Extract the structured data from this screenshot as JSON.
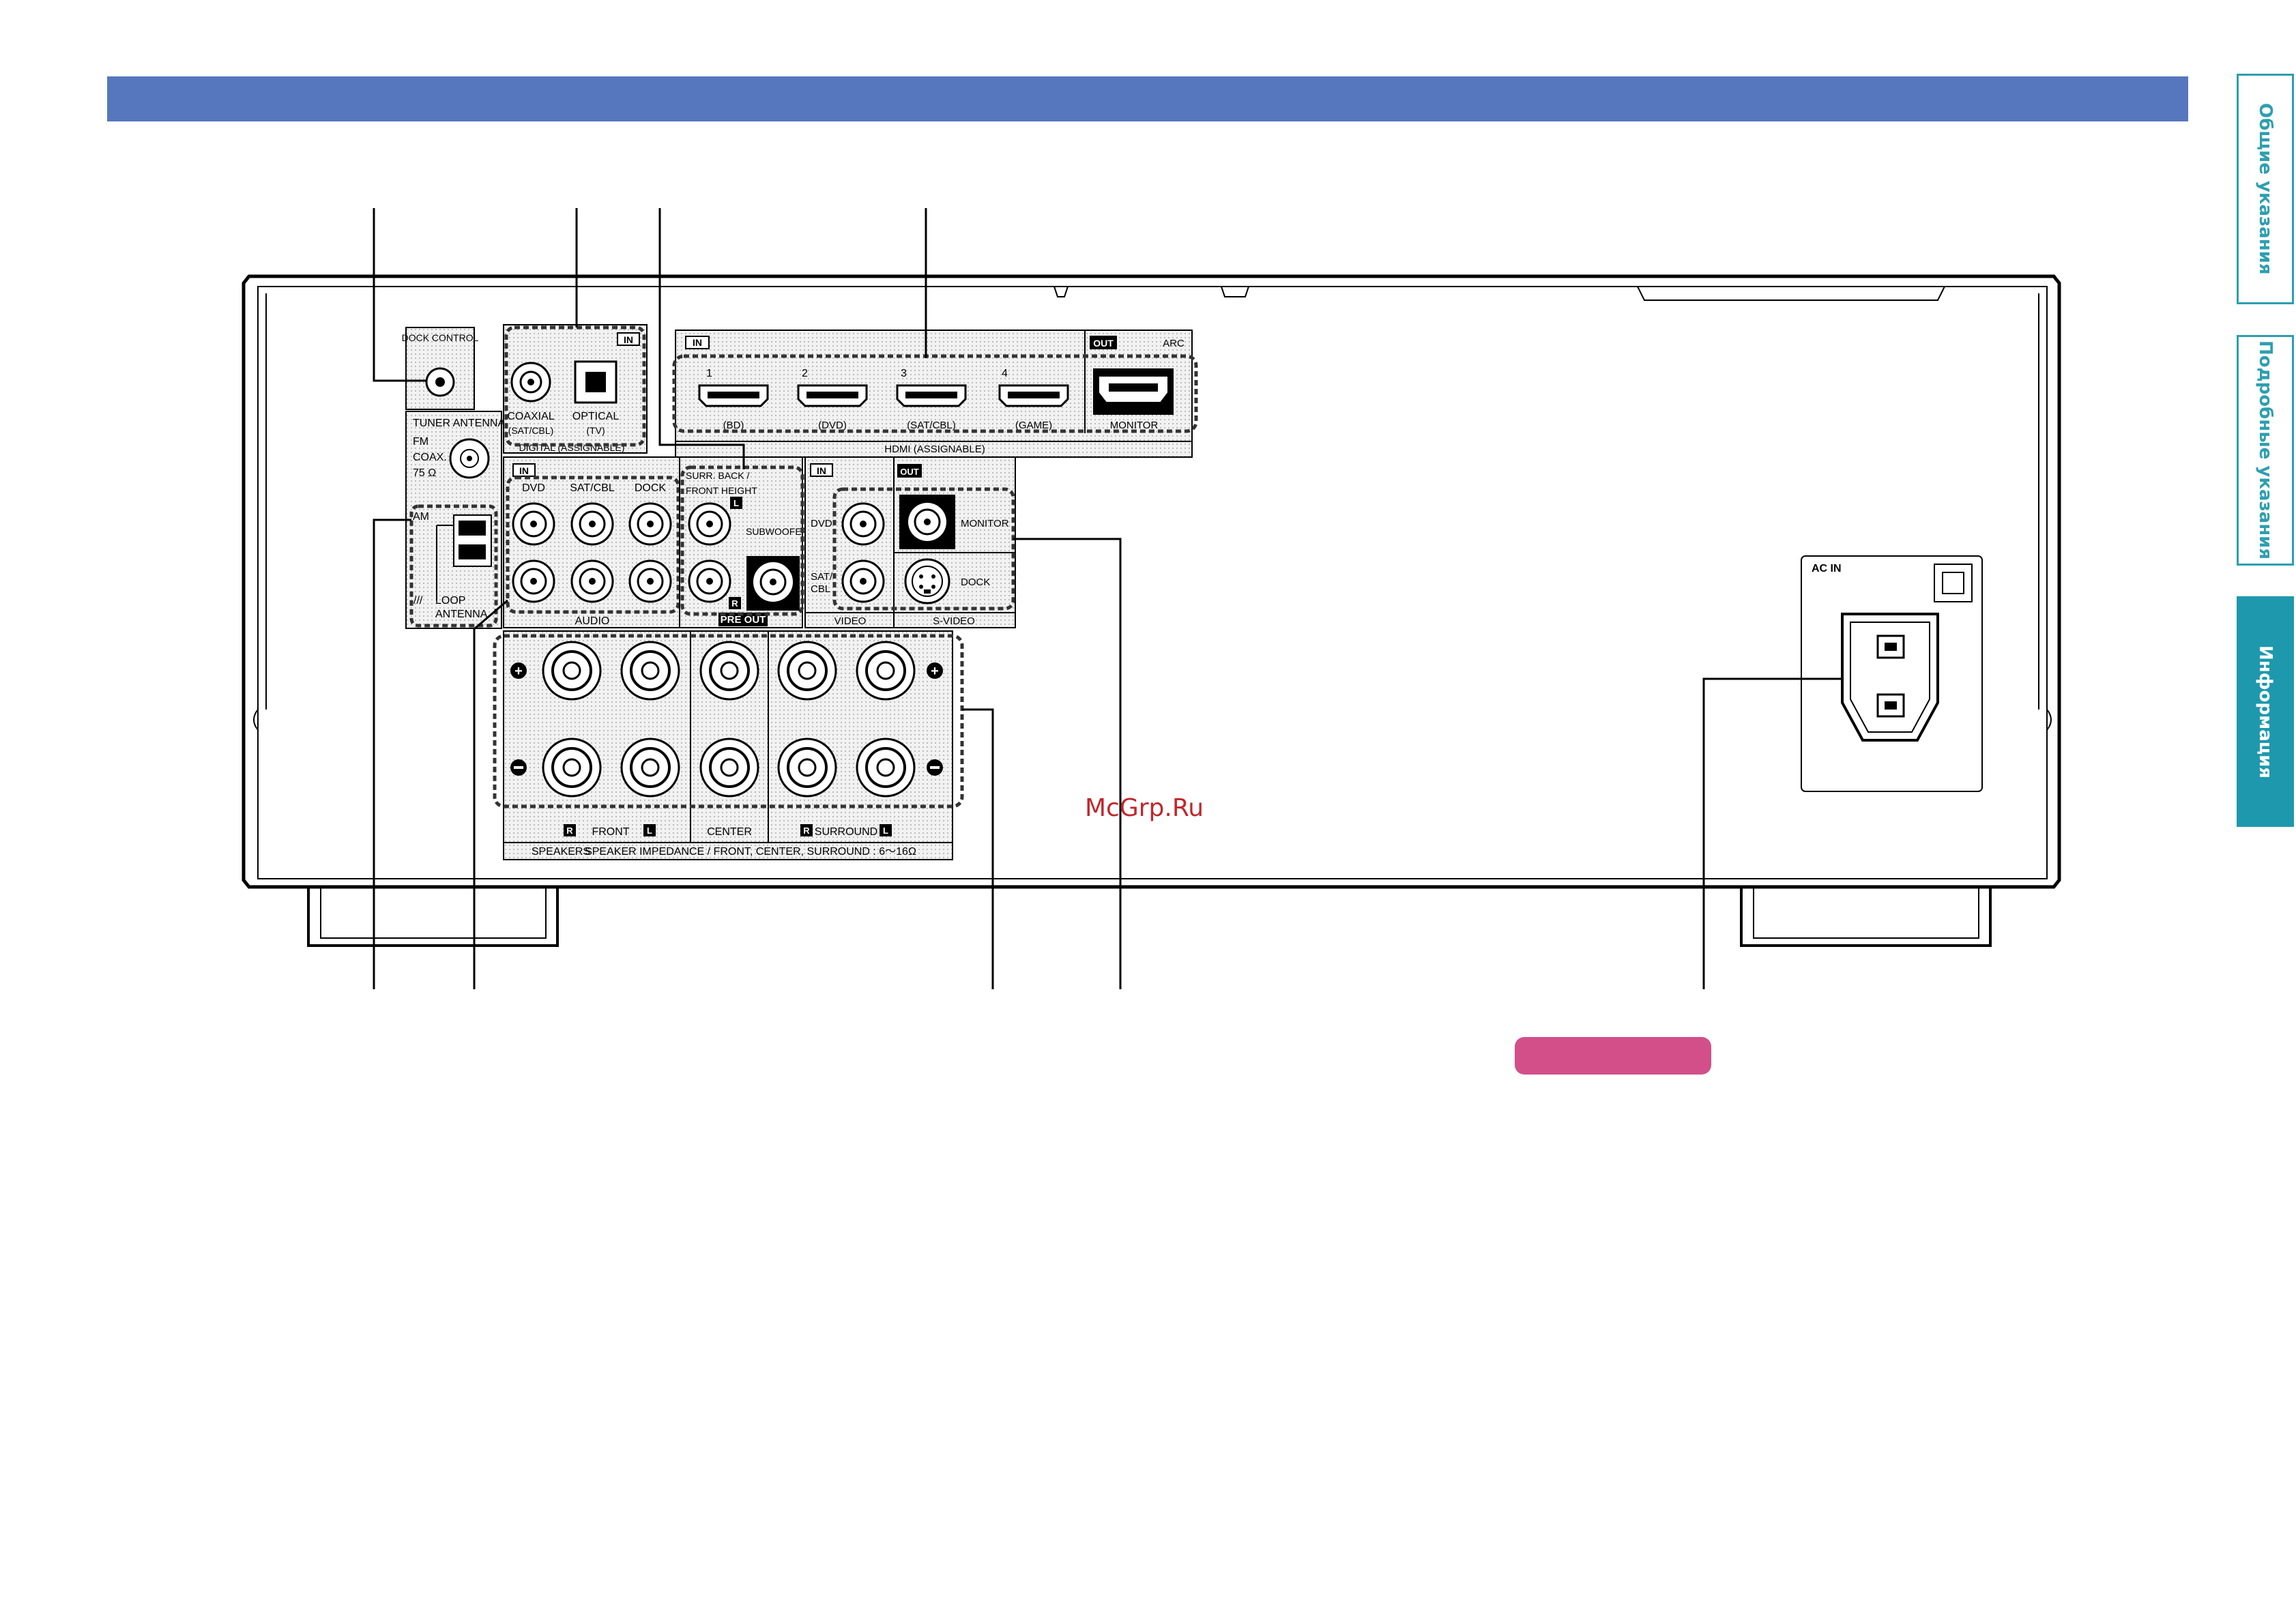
{
  "side_tabs": [
    {
      "label": "Общие указания",
      "active": false
    },
    {
      "label": "Подробные указания",
      "active": false
    },
    {
      "label": "Информация",
      "active": true
    }
  ],
  "watermark": "McGrp.Ru",
  "panel": {
    "dock_control": "DOCK CONTROL",
    "tuner": {
      "title": "TUNER ANTENNA",
      "fm": "FM",
      "coax": "COAX.",
      "ohm": "75 Ω",
      "am": "AM",
      "loop1": "LOOP",
      "loop2": "ANTENNA"
    },
    "digital": {
      "in": "IN",
      "coaxial": "COAXIAL",
      "coaxial_sub": "(SAT/CBL)",
      "optical": "OPTICAL",
      "optical_sub": "(TV)",
      "caption": "DIGITAL (ASSIGNABLE)"
    },
    "hdmi": {
      "in": "IN",
      "out": "OUT",
      "arc": "ARC",
      "ports": [
        {
          "num": "1",
          "name": "(BD)"
        },
        {
          "num": "2",
          "name": "(DVD)"
        },
        {
          "num": "3",
          "name": "(SAT/CBL)"
        },
        {
          "num": "4",
          "name": "(GAME)"
        }
      ],
      "monitor": "MONITOR",
      "caption": "HDMI (ASSIGNABLE)"
    },
    "audio": {
      "in": "IN",
      "cols": [
        "DVD",
        "SAT/CBL",
        "DOCK"
      ],
      "caption": "AUDIO"
    },
    "preout": {
      "surr1": "SURR. BACK /",
      "surr2": "FRONT HEIGHT",
      "l": "L",
      "r": "R",
      "subwoofer": "SUBWOOFER",
      "caption": "PRE OUT"
    },
    "video": {
      "in": "IN",
      "out": "OUT",
      "dvd": "DVD",
      "sat1": "SAT/",
      "sat2": "CBL",
      "monitor": "MONITOR",
      "dock": "DOCK",
      "caption_video": "VIDEO",
      "caption_svideo": "S-VIDEO"
    },
    "speakers": {
      "r": "R",
      "l": "L",
      "front": "FRONT",
      "center": "CENTER",
      "surround": "SURROUND",
      "label": "SPEAKERS",
      "impedance": "SPEAKER IMPEDANCE / FRONT, CENTER, SURROUND : 6～16Ω"
    },
    "ac_in": "AC IN"
  }
}
